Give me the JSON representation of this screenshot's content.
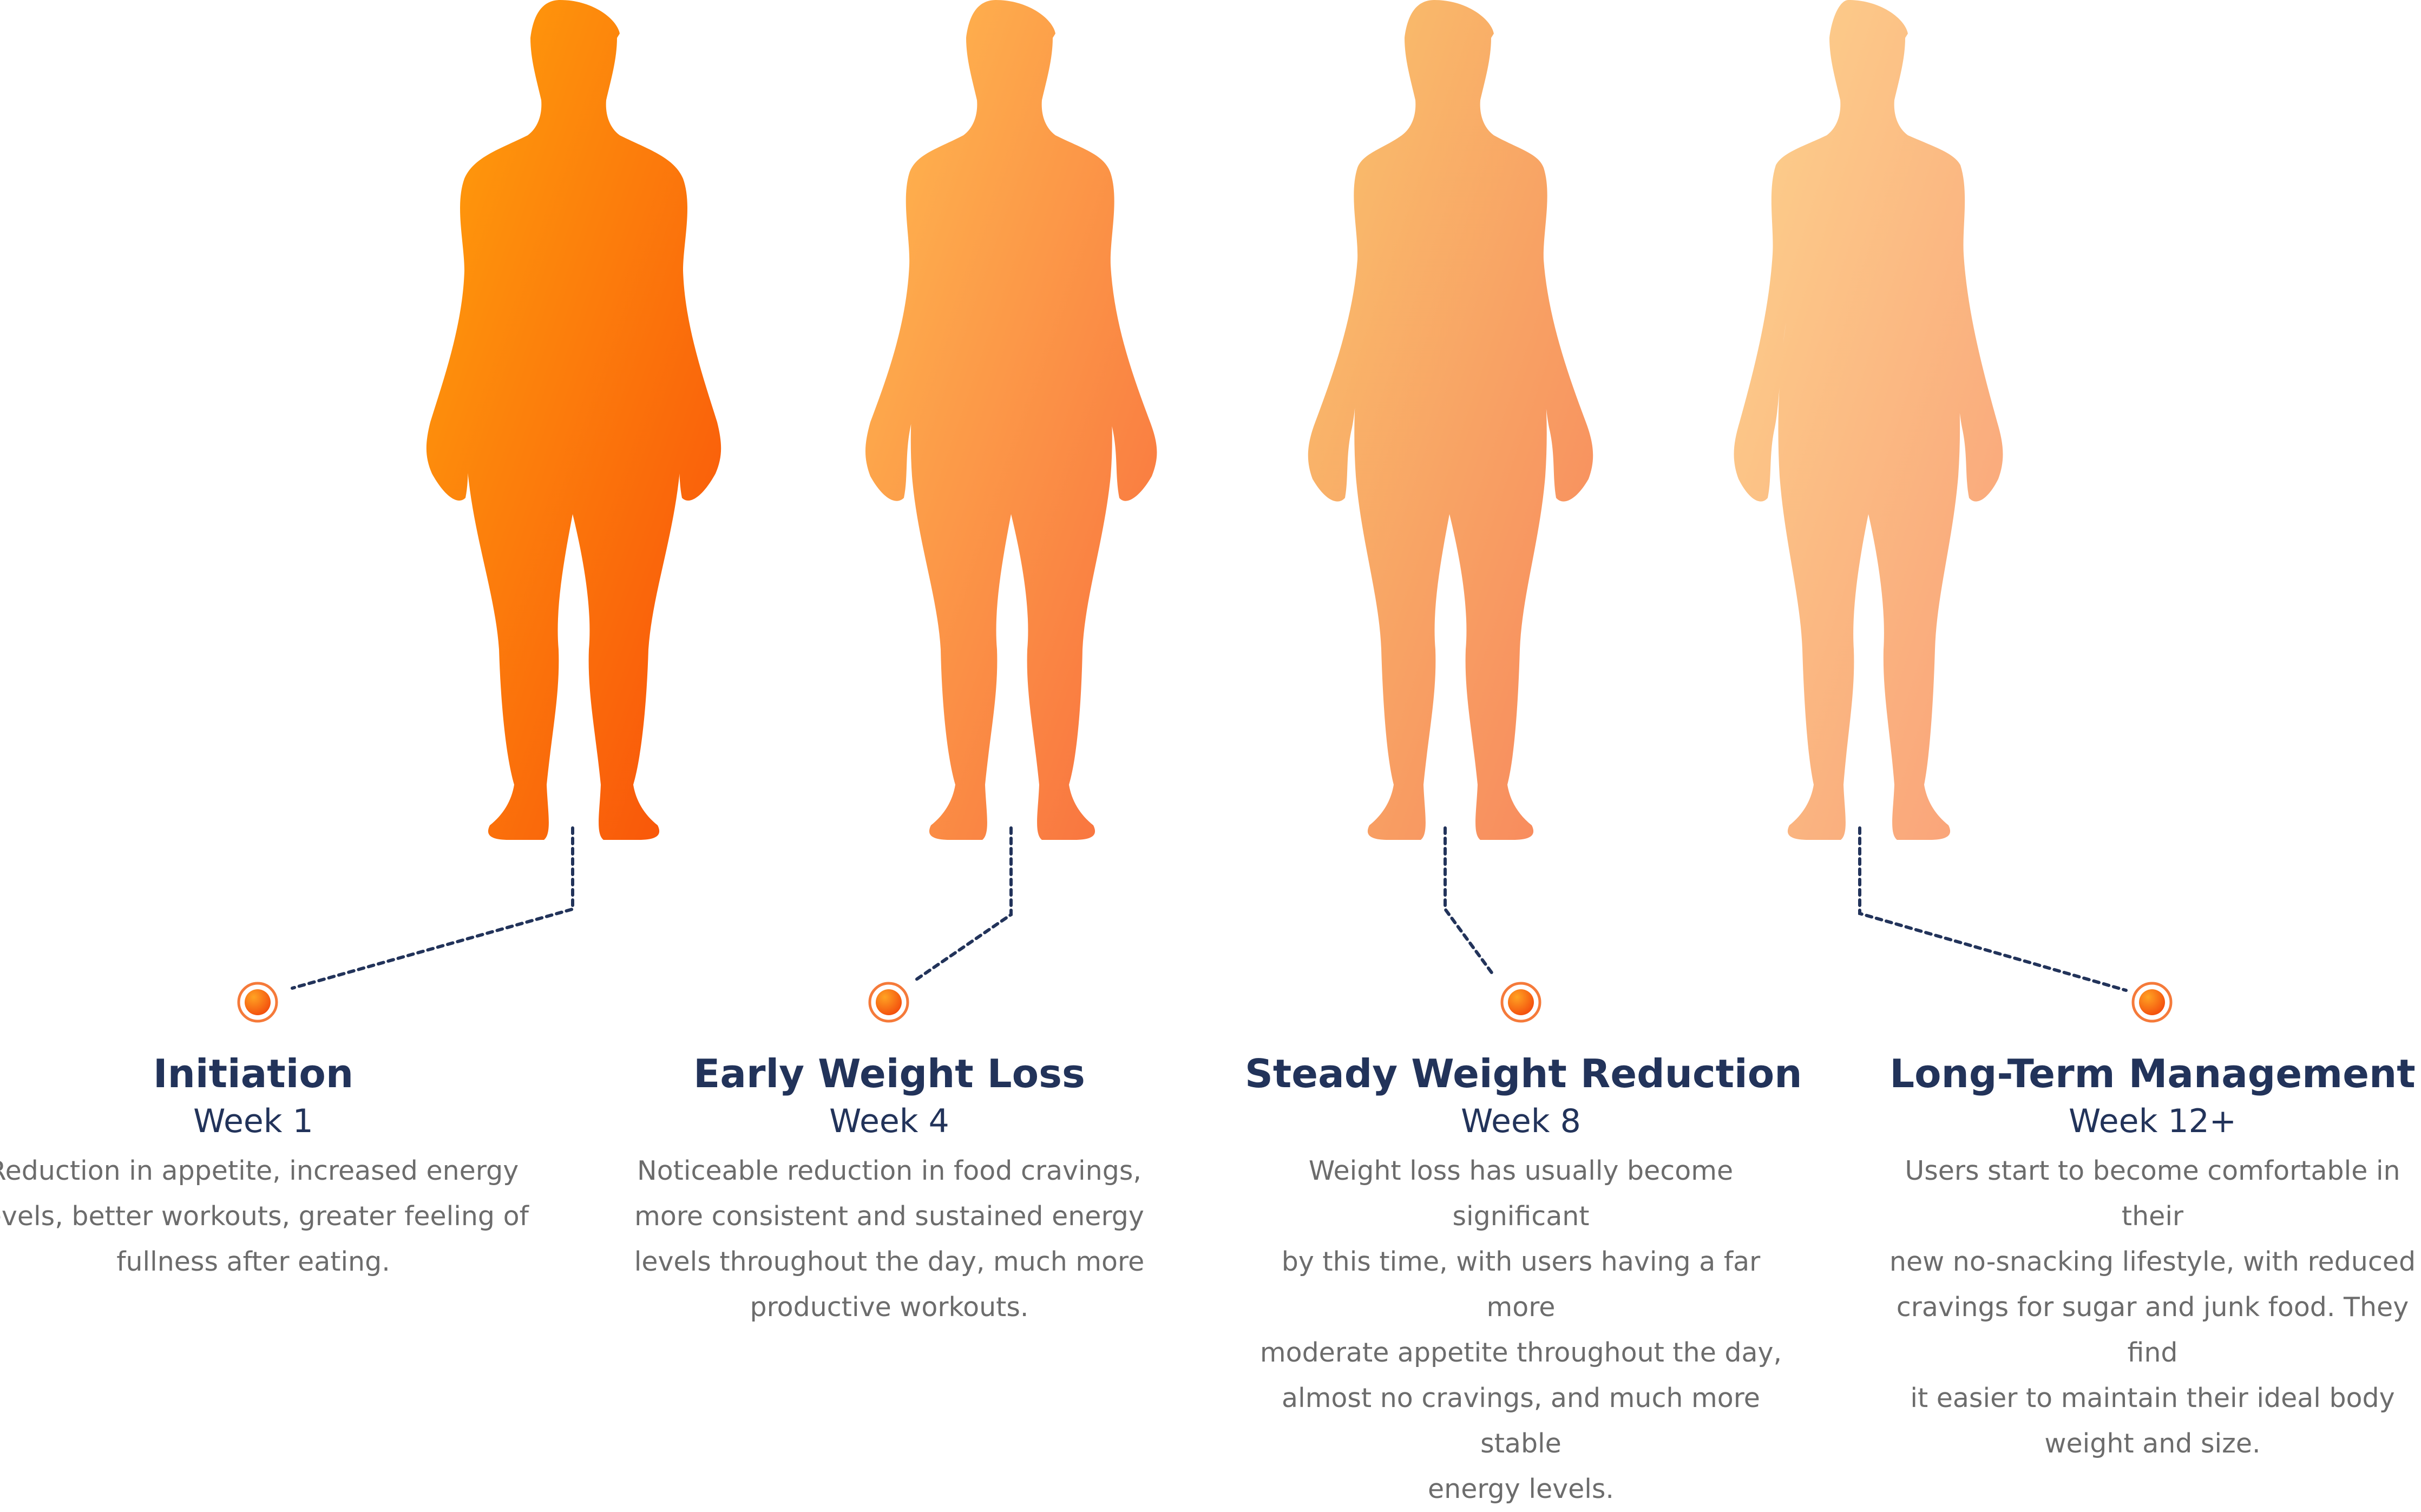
{
  "stages": [
    {
      "title": "Initiation",
      "week": "Week 1",
      "description": "Reduction in appetite, increased energy\nlevels, better workouts, greater feeling of\nfullness after eating."
    },
    {
      "title": "Early Weight Loss",
      "week": "Week 4",
      "description": "Noticeable reduction in food cravings,\nmore consistent and sustained energy\nlevels throughout the day, much more\nproductive workouts."
    },
    {
      "title": "Steady Weight Reduction",
      "week": "Week 8",
      "description": "Weight loss has usually become significant\nby this time, with users having a far more\nmoderate appetite throughout the day,\nalmost no cravings, and much more stable\nenergy levels."
    },
    {
      "title": "Long-Term Management",
      "week": "Week 12+",
      "description": "Users start to become comfortable in their\nnew no-snacking lifestyle, with reduced\ncravings for sugar and junk food. They find\nit easier to maintain their ideal body\nweight and size."
    }
  ],
  "colors": {
    "heading": "#22335a",
    "body_text": "#6c6c6c",
    "connector": "#22335a",
    "figure_1": [
      "#ffa30d",
      "#f84f0a"
    ],
    "figure_2": [
      "#ffbb50",
      "#f86e3e"
    ],
    "figure_3": [
      "#f9c46e",
      "#f8865c"
    ],
    "figure_4": [
      "#fdd38d",
      "#f9a078"
    ],
    "marker_fill": [
      "#ffa323",
      "#f34d0d"
    ],
    "marker_ring": "#f57a3a"
  },
  "icons": {
    "figure": "human-body-silhouette-icon",
    "marker": "timeline-dot-icon"
  }
}
